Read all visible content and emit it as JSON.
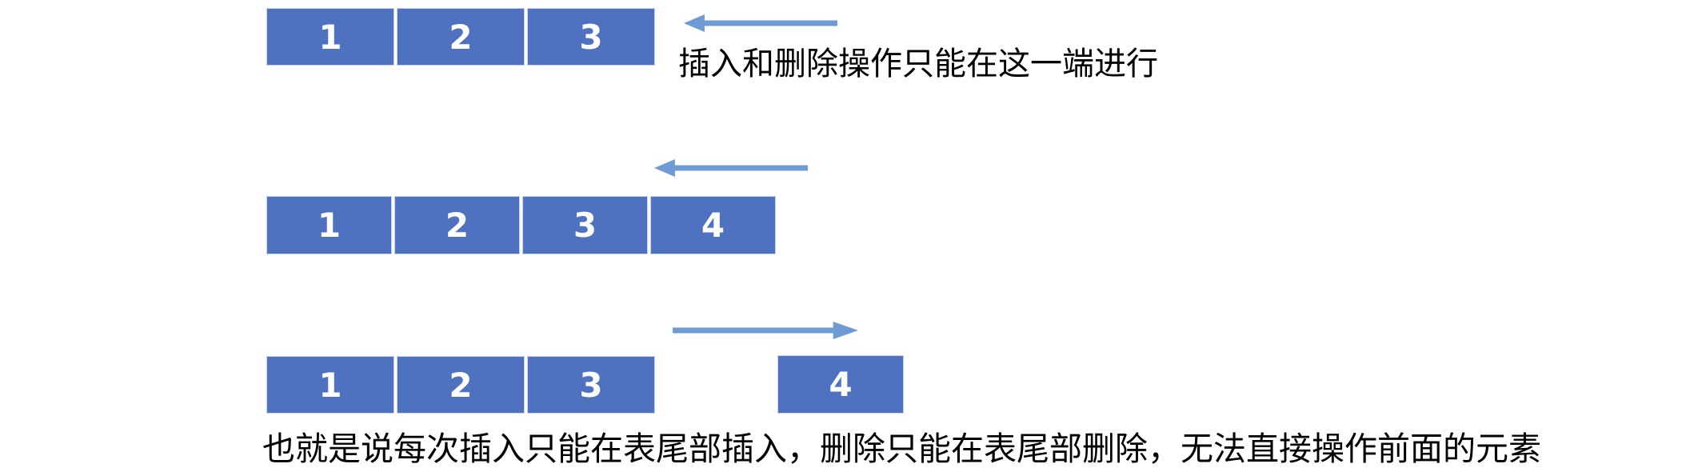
{
  "colors": {
    "box_fill": "#4e72c0",
    "box_border": "#c9d3ee",
    "arrow_blue": "#6f9bd5",
    "text_color": "#000000",
    "cell_text": "#ffffff"
  },
  "rows": [
    {
      "name": "list-with-3-elements",
      "cells": [
        "1",
        "2",
        "3"
      ]
    },
    {
      "name": "list-with-4-elements",
      "cells": [
        "1",
        "2",
        "3",
        "4"
      ]
    },
    {
      "name": "list-with-detached-tail",
      "cells": [
        "1",
        "2",
        "3"
      ],
      "detached_cell": "4"
    }
  ],
  "arrows": [
    {
      "direction": "left"
    },
    {
      "direction": "left"
    },
    {
      "direction": "right"
    }
  ],
  "annotations": {
    "top_caption": "插入和删除操作只能在这一端进行",
    "bottom_caption": "也就是说每次插入只能在表尾部插入，删除只能在表尾部删除，无法直接操作前面的元素"
  }
}
